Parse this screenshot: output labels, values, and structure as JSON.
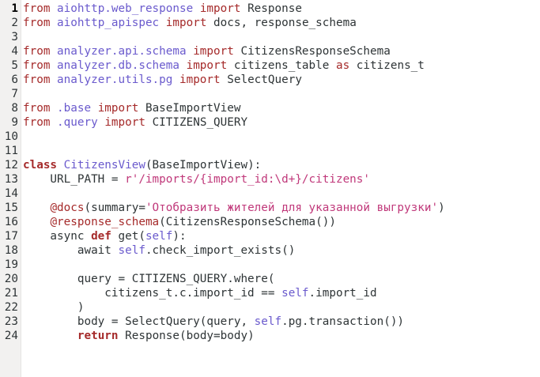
{
  "editor": {
    "current_line": 1,
    "lines": [
      {
        "num": "1",
        "tokens": [
          {
            "t": "from",
            "c": "kw"
          },
          {
            "t": " ",
            "c": "txt"
          },
          {
            "t": "aiohttp.web_response",
            "c": "mod"
          },
          {
            "t": " ",
            "c": "txt"
          },
          {
            "t": "import",
            "c": "kw"
          },
          {
            "t": " Response",
            "c": "txt"
          }
        ]
      },
      {
        "num": "2",
        "tokens": [
          {
            "t": "from",
            "c": "kw"
          },
          {
            "t": " ",
            "c": "txt"
          },
          {
            "t": "aiohttp_apispec",
            "c": "mod"
          },
          {
            "t": " ",
            "c": "txt"
          },
          {
            "t": "import",
            "c": "kw"
          },
          {
            "t": " docs, response_schema",
            "c": "txt"
          }
        ]
      },
      {
        "num": "3",
        "tokens": []
      },
      {
        "num": "4",
        "tokens": [
          {
            "t": "from",
            "c": "kw"
          },
          {
            "t": " ",
            "c": "txt"
          },
          {
            "t": "analyzer.api.schema",
            "c": "mod"
          },
          {
            "t": " ",
            "c": "txt"
          },
          {
            "t": "import",
            "c": "kw"
          },
          {
            "t": " CitizensResponseSchema",
            "c": "txt"
          }
        ]
      },
      {
        "num": "5",
        "tokens": [
          {
            "t": "from",
            "c": "kw"
          },
          {
            "t": " ",
            "c": "txt"
          },
          {
            "t": "analyzer.db.schema",
            "c": "mod"
          },
          {
            "t": " ",
            "c": "txt"
          },
          {
            "t": "import",
            "c": "kw"
          },
          {
            "t": " citizens_table ",
            "c": "txt"
          },
          {
            "t": "as",
            "c": "kw"
          },
          {
            "t": " citizens_t",
            "c": "txt"
          }
        ]
      },
      {
        "num": "6",
        "tokens": [
          {
            "t": "from",
            "c": "kw"
          },
          {
            "t": " ",
            "c": "txt"
          },
          {
            "t": "analyzer.utils.pg",
            "c": "mod"
          },
          {
            "t": " ",
            "c": "txt"
          },
          {
            "t": "import",
            "c": "kw"
          },
          {
            "t": " SelectQuery",
            "c": "txt"
          }
        ]
      },
      {
        "num": "7",
        "tokens": []
      },
      {
        "num": "8",
        "tokens": [
          {
            "t": "from",
            "c": "kw"
          },
          {
            "t": " ",
            "c": "txt"
          },
          {
            "t": ".base",
            "c": "mod"
          },
          {
            "t": " ",
            "c": "txt"
          },
          {
            "t": "import",
            "c": "kw"
          },
          {
            "t": " BaseImportView",
            "c": "txt"
          }
        ]
      },
      {
        "num": "9",
        "tokens": [
          {
            "t": "from",
            "c": "kw"
          },
          {
            "t": " ",
            "c": "txt"
          },
          {
            "t": ".query",
            "c": "mod"
          },
          {
            "t": " ",
            "c": "txt"
          },
          {
            "t": "import",
            "c": "kw"
          },
          {
            "t": " CITIZENS_QUERY",
            "c": "txt"
          }
        ]
      },
      {
        "num": "10",
        "tokens": []
      },
      {
        "num": "11",
        "tokens": []
      },
      {
        "num": "12",
        "tokens": [
          {
            "t": "class",
            "c": "kwb"
          },
          {
            "t": " ",
            "c": "txt"
          },
          {
            "t": "CitizensView",
            "c": "cls"
          },
          {
            "t": "(BaseImportView):",
            "c": "txt"
          }
        ]
      },
      {
        "num": "13",
        "tokens": [
          {
            "t": "    URL_PATH = ",
            "c": "txt"
          },
          {
            "t": "r'/imports/{import_id:\\d+}/citizens'",
            "c": "str"
          }
        ]
      },
      {
        "num": "14",
        "tokens": []
      },
      {
        "num": "15",
        "tokens": [
          {
            "t": "    ",
            "c": "txt"
          },
          {
            "t": "@docs",
            "c": "dec"
          },
          {
            "t": "(summary=",
            "c": "txt"
          },
          {
            "t": "'Отобразить жителей для указанной выгрузки'",
            "c": "str"
          },
          {
            "t": ")",
            "c": "txt"
          }
        ]
      },
      {
        "num": "16",
        "tokens": [
          {
            "t": "    ",
            "c": "txt"
          },
          {
            "t": "@response_schema",
            "c": "dec"
          },
          {
            "t": "(CitizensResponseSchema())",
            "c": "txt"
          }
        ]
      },
      {
        "num": "17",
        "tokens": [
          {
            "t": "    async ",
            "c": "txt"
          },
          {
            "t": "def",
            "c": "kwb"
          },
          {
            "t": " get(",
            "c": "txt"
          },
          {
            "t": "self",
            "c": "slf"
          },
          {
            "t": "):",
            "c": "txt"
          }
        ]
      },
      {
        "num": "18",
        "tokens": [
          {
            "t": "        await ",
            "c": "txt"
          },
          {
            "t": "self",
            "c": "slf"
          },
          {
            "t": ".check_import_exists()",
            "c": "txt"
          }
        ]
      },
      {
        "num": "19",
        "tokens": []
      },
      {
        "num": "20",
        "tokens": [
          {
            "t": "        query = CITIZENS_QUERY.where(",
            "c": "txt"
          }
        ]
      },
      {
        "num": "21",
        "tokens": [
          {
            "t": "            citizens_t.c.import_id == ",
            "c": "txt"
          },
          {
            "t": "self",
            "c": "slf"
          },
          {
            "t": ".import_id",
            "c": "txt"
          }
        ]
      },
      {
        "num": "22",
        "tokens": [
          {
            "t": "        )",
            "c": "txt"
          }
        ]
      },
      {
        "num": "23",
        "tokens": [
          {
            "t": "        body = SelectQuery(query, ",
            "c": "txt"
          },
          {
            "t": "self",
            "c": "slf"
          },
          {
            "t": ".pg.transaction())",
            "c": "txt"
          }
        ]
      },
      {
        "num": "24",
        "tokens": [
          {
            "t": "        ",
            "c": "txt"
          },
          {
            "t": "return",
            "c": "kwb"
          },
          {
            "t": " Response(body=body)",
            "c": "txt"
          }
        ]
      }
    ]
  },
  "colors": {
    "keyword": "#a52a2a",
    "module": "#6a5acd",
    "string": "#c0387a",
    "self": "#6a5acd",
    "text": "#2e3436",
    "gutter": "#f2f1f0",
    "background": "#ffffff"
  }
}
